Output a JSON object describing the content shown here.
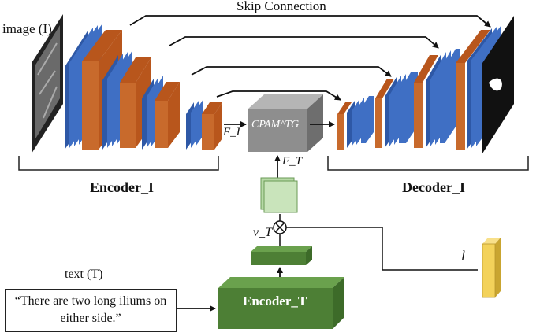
{
  "labels": {
    "skip_connection": "Skip Connection",
    "image_input": "image (I)",
    "feature_image": "F_I",
    "feature_text": "F_T",
    "text_vector": "v_T",
    "length": "l",
    "text_input": "text (T)",
    "text_quote": "“There are two long iliums on either side.”",
    "encoder_image": "Encoder_I",
    "decoder_image": "Decoder_I",
    "encoder_text": "Encoder_T",
    "cpam_block": "CPAM^TG"
  },
  "colors": {
    "blue": "#3f6fc4",
    "orange": "#c86a2c",
    "gray_block": "#8e8e8e",
    "light_green": "#b7d9a6",
    "dark_green": "#4d7f35",
    "yellow": "#f3d25a"
  }
}
